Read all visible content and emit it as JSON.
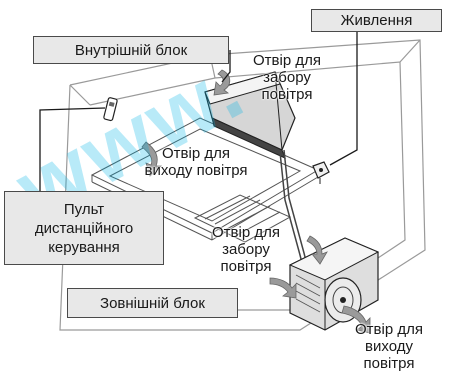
{
  "labels": {
    "indoor_unit": "Внутрішній блок",
    "power": "Живлення",
    "intake_top": "Отвір для\nзабору\nповітря",
    "outlet_indoor": "Отвір для\nвиходу повітря",
    "remote": "Пульт\nдистанційного\nкерування",
    "intake_outdoor": "Отвір для\nзабору\nповітря",
    "outdoor_unit": "Зовнішній блок",
    "outlet_outdoor": "Отвір для\nвиходу\nповітря"
  },
  "watermark": "www.",
  "colors": {
    "label_box": "#e8e8e8",
    "leader_line": "#1a1a1a",
    "room_outline": "#9a9a9a",
    "watermark": "#00b4e6"
  }
}
